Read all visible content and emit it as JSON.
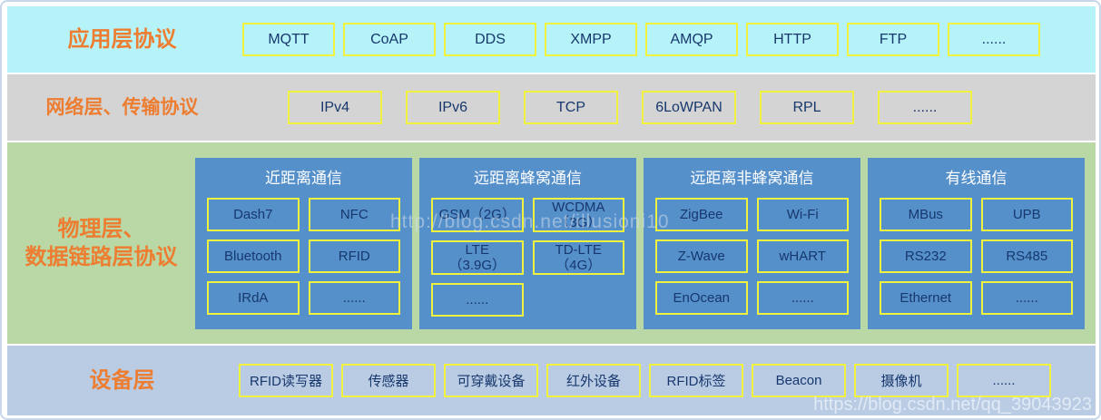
{
  "colors": {
    "accent_orange": "#ed7d31",
    "row_application_bg": "#b6f3f8",
    "row_network_bg": "#d4d4d4",
    "row_physical_bg": "#b9d8a6",
    "row_device_bg": "#b9cce4",
    "group_panel_bg": "#5590cb",
    "box_border_yellow": "#f0f23e",
    "box_text_navy": "#17376d",
    "group_title_text": "#ffffff"
  },
  "watermarks": {
    "center": "http://blog.csdn.net/illusioni10",
    "bottom_right": "https://blog.csdn.net/qq_39043923"
  },
  "layers": {
    "application": {
      "label": "应用层协议",
      "items": [
        "MQTT",
        "CoAP",
        "DDS",
        "XMPP",
        "AMQP",
        "HTTP",
        "FTP",
        "......"
      ]
    },
    "network": {
      "label": "网络层、传输协议",
      "items": [
        "IPv4",
        "IPv6",
        "TCP",
        "6LoWPAN",
        "RPL",
        "......"
      ]
    },
    "physical": {
      "label": "物理层、\n数据链路层协议",
      "groups": [
        {
          "title": "近距离通信",
          "items": [
            "Dash7",
            "NFC",
            "Bluetooth",
            "RFID",
            "IRdA",
            "......"
          ]
        },
        {
          "title": "远距离蜂窝通信",
          "items": [
            "GSM（2G）",
            "WCDMA\n（3G）",
            "LTE\n（3.9G）",
            "TD-LTE\n（4G）",
            "......"
          ]
        },
        {
          "title": "远距离非蜂窝通信",
          "items": [
            "ZigBee",
            "Wi-Fi",
            "Z-Wave",
            "wHART",
            "EnOcean",
            "......"
          ]
        },
        {
          "title": "有线通信",
          "items": [
            "MBus",
            "UPB",
            "RS232",
            "RS485",
            "Ethernet",
            "......"
          ]
        }
      ]
    },
    "device": {
      "label": "设备层",
      "items": [
        "RFID读写器",
        "传感器",
        "可穿戴设备",
        "红外设备",
        "RFID标签",
        "Beacon",
        "摄像机",
        "......"
      ]
    }
  }
}
